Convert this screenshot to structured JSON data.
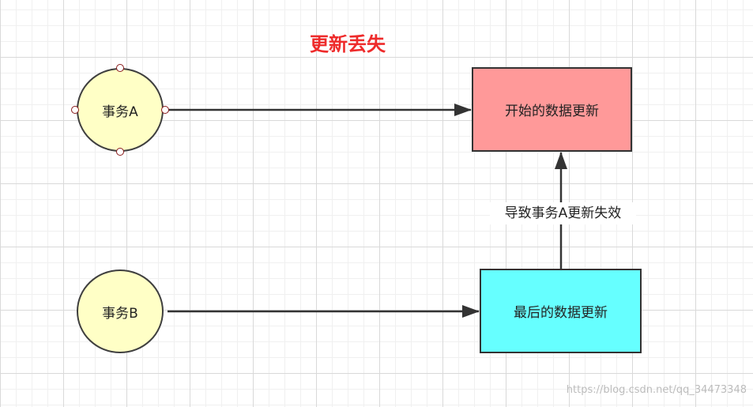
{
  "title": {
    "text": "更新丢失",
    "color": "#ee2b2b"
  },
  "nodes": {
    "transaction_a": {
      "label": "事务A",
      "fill": "#ffffc6"
    },
    "transaction_b": {
      "label": "事务B",
      "fill": "#ffffc6"
    },
    "start_update": {
      "label": "开始的数据更新",
      "fill": "#ff9999"
    },
    "last_update": {
      "label": "最后的数据更新",
      "fill": "#66ffff"
    }
  },
  "edges": {
    "last_to_start": {
      "label": "导致事务A更新失效"
    }
  },
  "watermark": {
    "text": "https://blog.csdn.net/qq_34473348"
  },
  "colors": {
    "edge": "#333333",
    "handle_border": "#8a1a1a"
  }
}
